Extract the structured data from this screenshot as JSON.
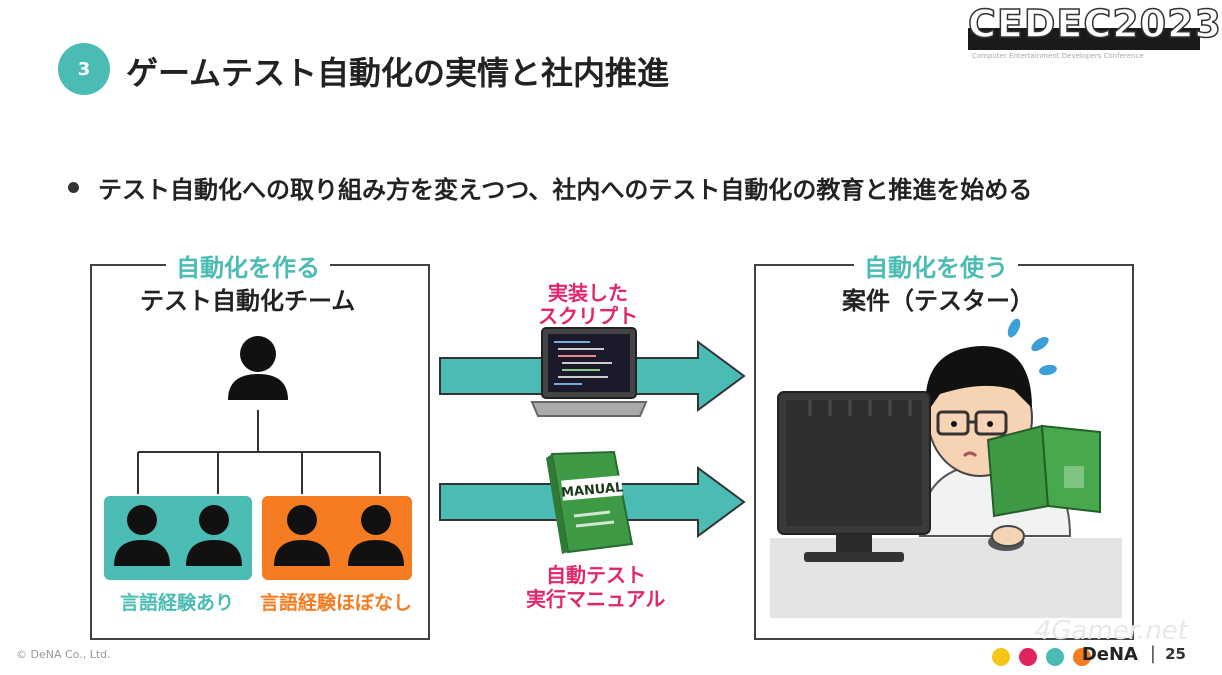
{
  "header": {
    "section_number": "3",
    "title": "ゲームテスト自動化の実情と社内推進",
    "conference_logo": "CEDEC2023"
  },
  "bullet": "テスト自動化への取り組み方を変えつつ、社内へのテスト自動化の教育と推進を始める",
  "left_panel": {
    "tag": "自動化を作る",
    "title": "テスト自動化チーム",
    "group_experienced": "言語経験あり",
    "group_inexperienced": "言語経験ほぼなし"
  },
  "middle": {
    "script_label_line1": "実装した",
    "script_label_line2": "スクリプト",
    "manual_cover": "MANUAL",
    "manual_label_line1": "自動テスト",
    "manual_label_line2": "実行マニュアル"
  },
  "right_panel": {
    "tag": "自動化を使う",
    "title": "案件（テスター）"
  },
  "footer": {
    "copyright": "© DeNA Co., Ltd.",
    "brand": "DeNA",
    "separator": "|",
    "page_number": "25",
    "watermark": "4Gamer.net",
    "dot_colors": [
      "#f5c518",
      "#e0245e",
      "#4bbcb4",
      "#f57c20"
    ]
  },
  "colors": {
    "teal": "#4bbcb4",
    "orange": "#f57c20",
    "pink": "#e0276e"
  }
}
